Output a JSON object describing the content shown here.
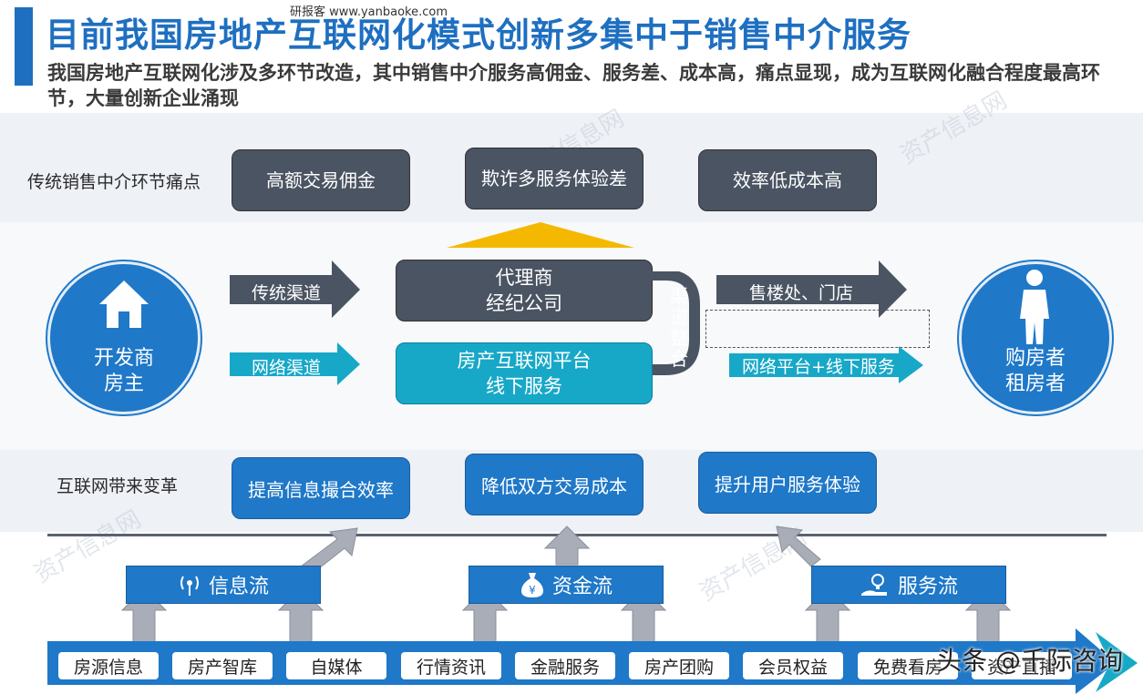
{
  "title": "目前我国房地产互联网化模式创新多集中于销售中介服务",
  "subtitle": "我国房地产互联网化涉及多环节改造，其中销售中介服务高佣金、服务差、成本高，痛点显现，成为互联网化融合程度最高环节，大量创新企业涌现",
  "top_watermark": "研报客    www.yanbaoke.com",
  "pain_points": {
    "label": "传统销售中介环节痛点",
    "items": [
      "高额交易佣金",
      "欺诈多服务体验差",
      "效率低成本高"
    ]
  },
  "seller": {
    "line1": "开发商",
    "line2": "房主"
  },
  "buyer": {
    "line1": "购房者",
    "line2": "租房者"
  },
  "channels": {
    "traditional": "传统渠道",
    "online": "网络渠道",
    "integration": [
      "渠",
      "道",
      "整",
      "合"
    ]
  },
  "agency_box": {
    "line1": "代理商",
    "line2": "经纪公司"
  },
  "platform_box": {
    "line1": "房产互联网平台",
    "line2": "线下服务"
  },
  "outlets": {
    "offline": "售楼处、门店",
    "online": "网络平台+线下服务"
  },
  "changes": {
    "label": "互联网带来变革",
    "items": [
      "提高信息撮合效率",
      "降低双方交易成本",
      "提升用户服务体验"
    ]
  },
  "flows": [
    {
      "label": "信息流",
      "icon": "signal-icon"
    },
    {
      "label": "资金流",
      "icon": "money-bag-icon"
    },
    {
      "label": "服务流",
      "icon": "lightbulb-hand-icon"
    }
  ],
  "services": [
    "房源信息",
    "房产智库",
    "自媒体",
    "行情资讯",
    "金融服务",
    "房产团购",
    "会员权益",
    "免费看房",
    "资产直播"
  ],
  "footer": "头条 @千际咨询",
  "colors": {
    "title_blue": "#1e6fc0",
    "dark_box": "#4a5462",
    "blue_box": "#1f78c8",
    "cyan": "#17a8c8",
    "yellow": "#f5b800",
    "gray_arrow": "#a9adb8"
  }
}
